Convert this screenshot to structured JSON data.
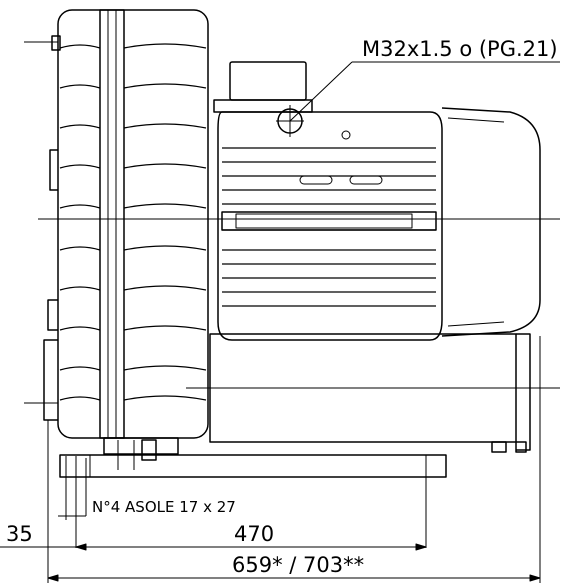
{
  "labels": {
    "cable_gland": "M32x1.5 o (PG.21)",
    "slots": "N°4 ASOLE 17 x 27",
    "offset_dim": "35",
    "hole_spacing_dim": "470",
    "overall_length_dim": "659* / 703**"
  }
}
